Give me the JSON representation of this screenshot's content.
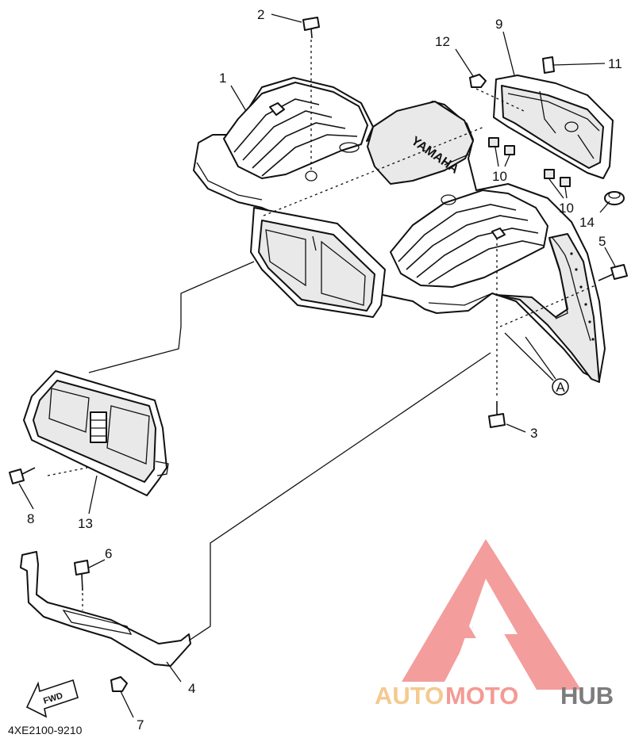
{
  "diagram": {
    "code": "4XE2100-9210",
    "fwd_label": "FWD",
    "brand_on_part": "YAMAHA",
    "ref_marker": "A",
    "callouts": [
      {
        "id": "c1",
        "text": "1"
      },
      {
        "id": "c2",
        "text": "2"
      },
      {
        "id": "c3",
        "text": "3"
      },
      {
        "id": "c4",
        "text": "4"
      },
      {
        "id": "c5",
        "text": "5"
      },
      {
        "id": "c6",
        "text": "6"
      },
      {
        "id": "c7",
        "text": "7"
      },
      {
        "id": "c8",
        "text": "8"
      },
      {
        "id": "c9",
        "text": "9"
      },
      {
        "id": "c10a",
        "text": "10"
      },
      {
        "id": "c10b",
        "text": "10"
      },
      {
        "id": "c11",
        "text": "11"
      },
      {
        "id": "c12",
        "text": "12"
      },
      {
        "id": "c13",
        "text": "13"
      },
      {
        "id": "c14",
        "text": "14"
      }
    ]
  },
  "watermark": {
    "part1": "AUTO",
    "part2": "MOTO",
    "part3": "HUB",
    "colors": {
      "auto": "#f5c98f",
      "moto": "#f49a94",
      "hub": "#7c7c7c",
      "triangle": "#f28c8c"
    }
  }
}
